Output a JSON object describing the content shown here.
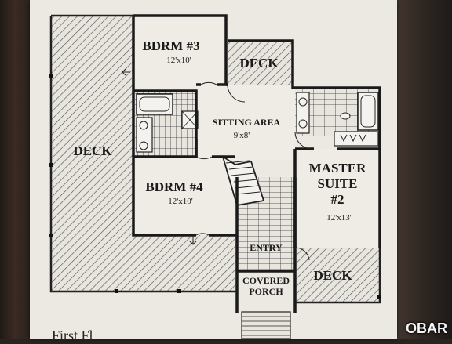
{
  "rooms": {
    "bdrm3": {
      "label": "BDRM #3",
      "dims": "12'x10'"
    },
    "bdrm4": {
      "label": "BDRM #4",
      "dims": "12'x10'"
    },
    "sitting": {
      "label": "SITTING AREA",
      "dims": "9'x8'"
    },
    "master": {
      "line1": "MASTER",
      "line2": "SUITE",
      "line3": "#2",
      "dims": "12'x13'"
    },
    "entry": {
      "label": "ENTRY"
    },
    "porch": {
      "line1": "COVERED",
      "line2": "PORCH"
    }
  },
  "decks": {
    "left": "DECK",
    "top": "DECK",
    "bottom": "DECK"
  },
  "caption": "First Fl",
  "watermark": "OBAR"
}
